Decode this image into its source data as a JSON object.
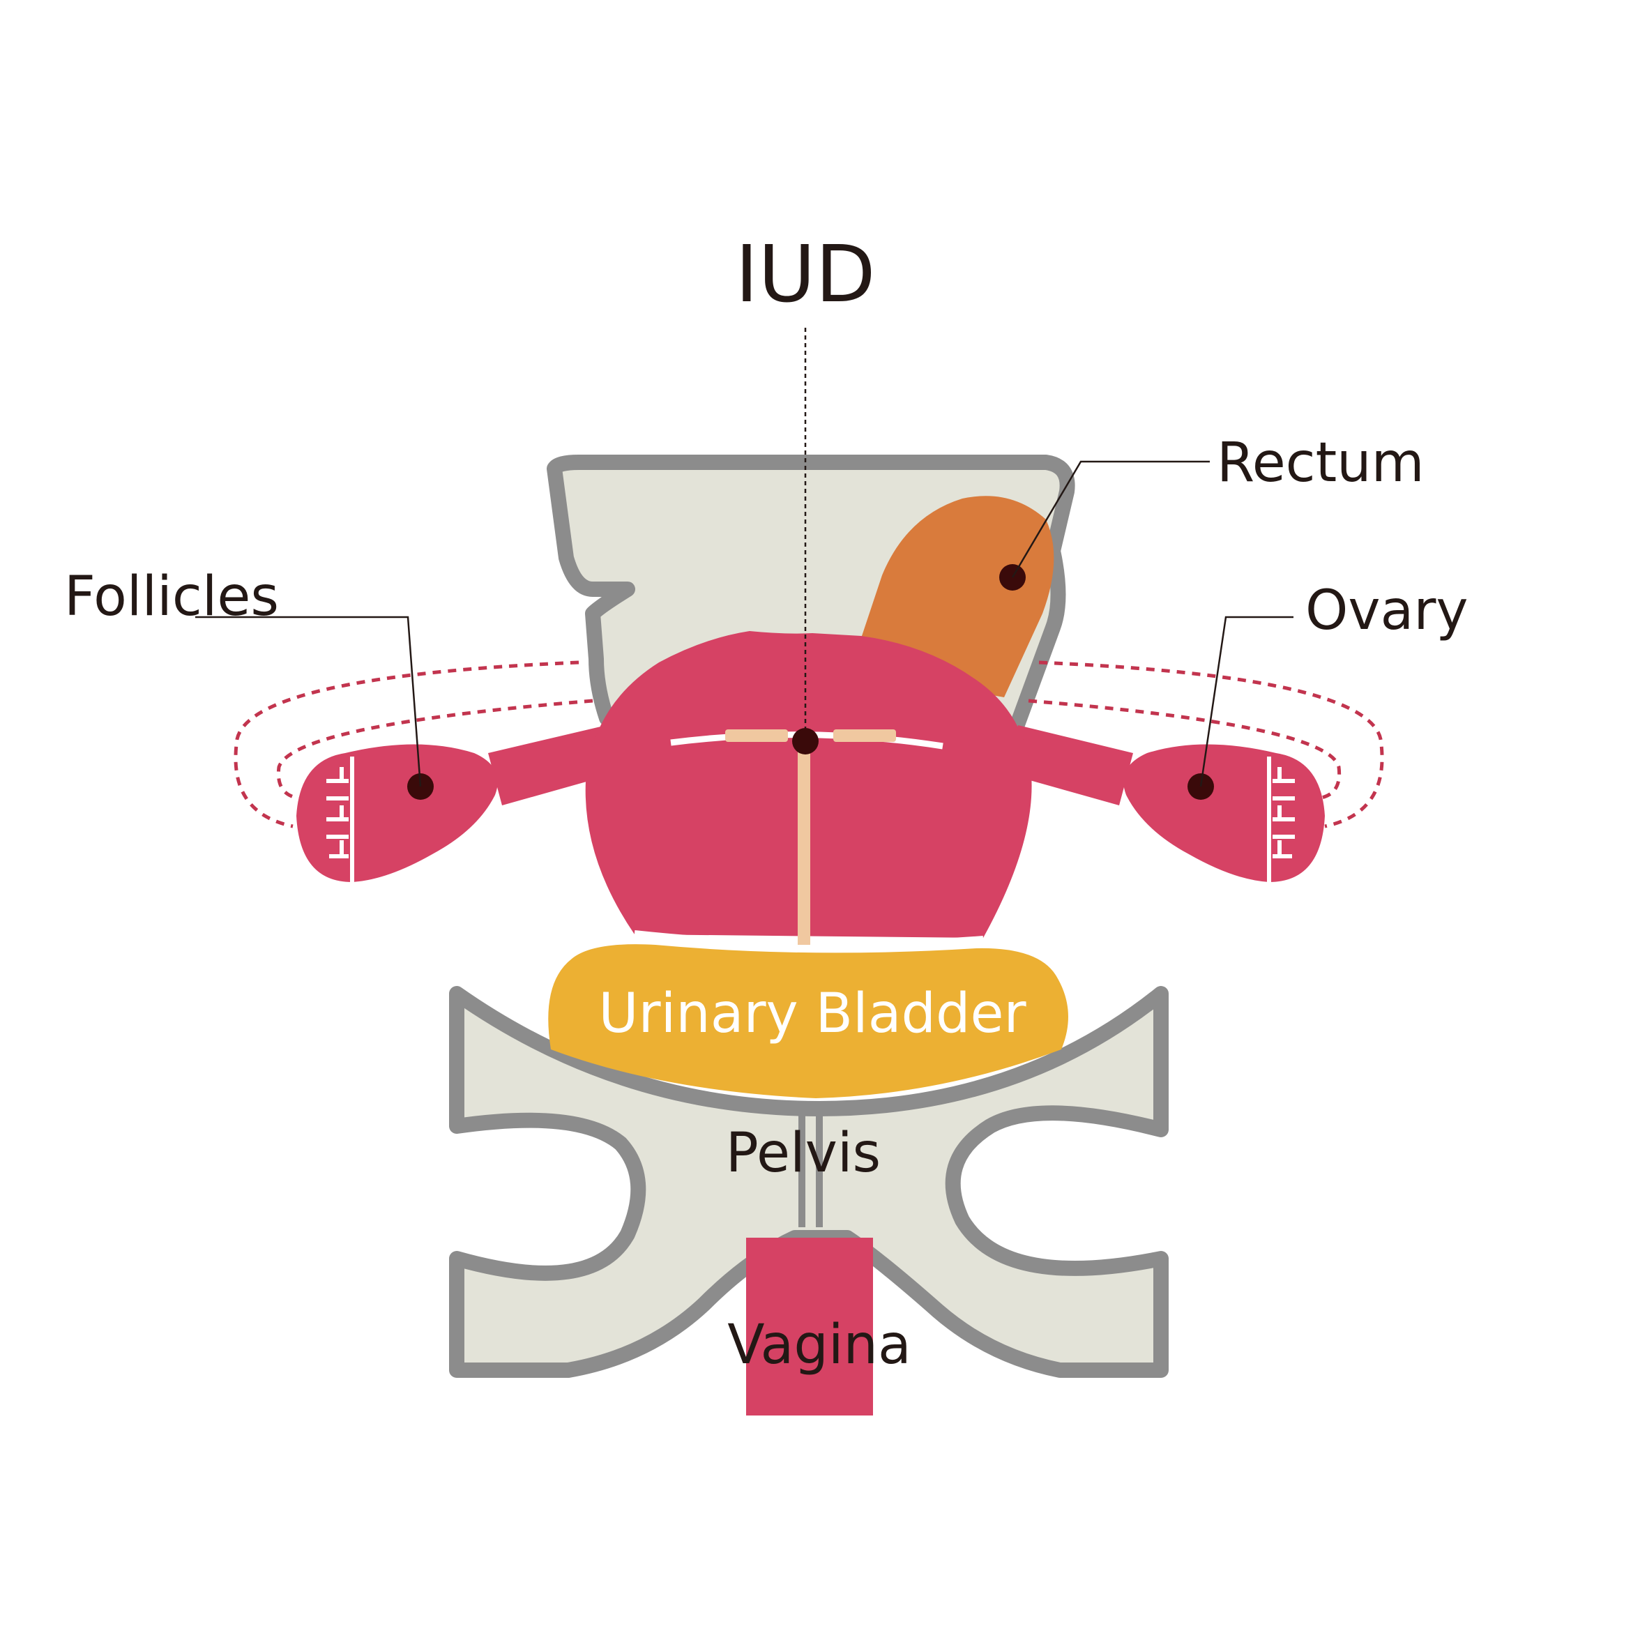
{
  "labels": {
    "iud": "IUD",
    "rectum": "Rectum",
    "follicles": "Follicles",
    "ovary": "Ovary",
    "urinary_bladder": "Urinary Bladder",
    "pelvis": "Pelvis",
    "vagina": "Vagina"
  },
  "colors": {
    "bone_fill": "#e3e3d8",
    "bone_outline": "#8c8c8c",
    "uterus": "#d64264",
    "rectum": "#d97b3c",
    "bladder": "#ecb033",
    "iud": "#f0c8a0",
    "dashed_line": "#c2344e",
    "text": "#231815",
    "dot": "#3a0a0a"
  }
}
